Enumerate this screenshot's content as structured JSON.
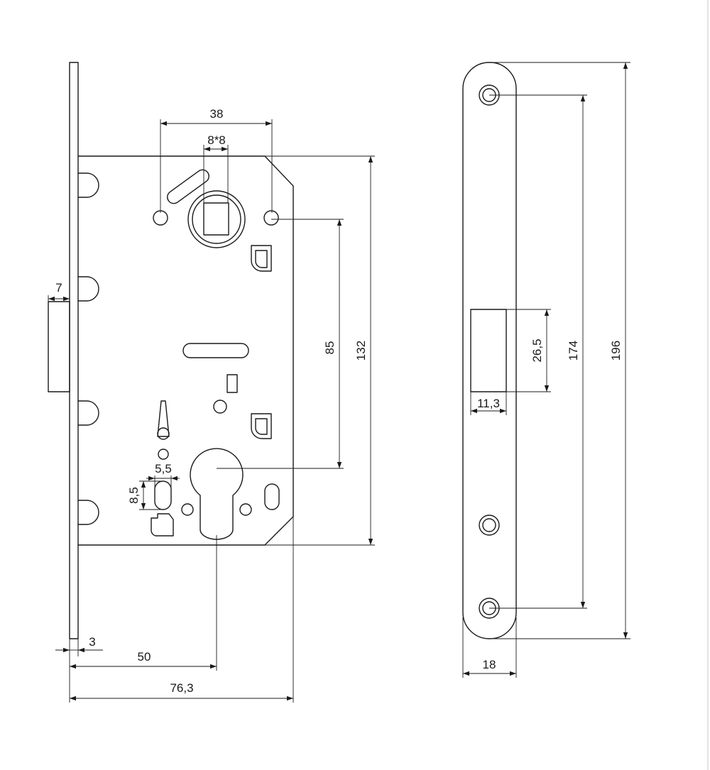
{
  "drawing": {
    "labels": {
      "dim_38": "38",
      "dim_8x8": "8*8",
      "dim_7": "7",
      "dim_85": "85",
      "dim_132": "132",
      "dim_5_5": "5,5",
      "dim_8_5": "8,5",
      "dim_3": "3",
      "dim_50": "50",
      "dim_76_3": "76,3",
      "dim_196": "196",
      "dim_174": "174",
      "dim_26_5": "26,5",
      "dim_11_3": "11,3",
      "dim_18": "18"
    }
  }
}
